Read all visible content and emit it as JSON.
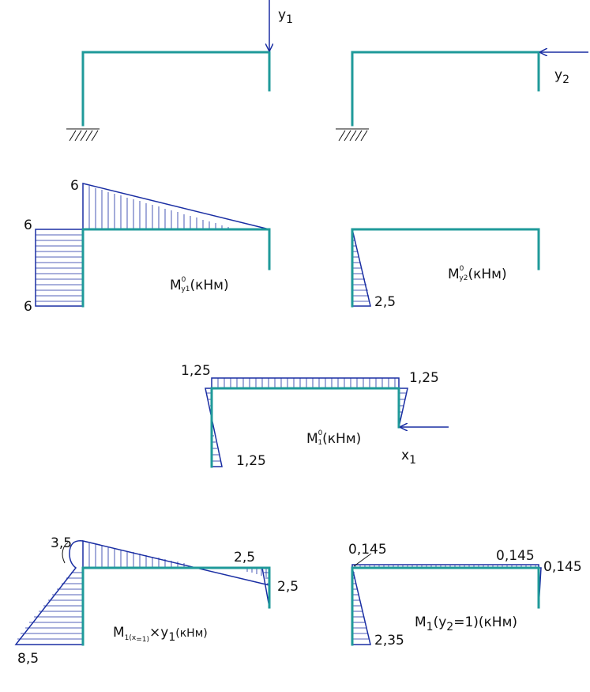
{
  "colors": {
    "frame": "#1f9a9a",
    "diagram": "#1a2ea3",
    "text": "#111111"
  },
  "loads": {
    "y1": {
      "main": "y",
      "sub": "1"
    },
    "y2": {
      "main": "y",
      "sub": "2"
    },
    "x1": {
      "main": "x",
      "sub": "1"
    }
  },
  "diagrams": {
    "my1": {
      "title_main": "M",
      "title_sup": "0",
      "title_sub": "y1",
      "title_unit": "(кНм)",
      "values": {
        "top": "6",
        "left": "6",
        "bottom": "6"
      }
    },
    "my2": {
      "title_main": "M",
      "title_sup": "0",
      "title_sub": "y2",
      "title_unit": "(кНм)",
      "values": {
        "bottom": "2,5"
      }
    },
    "m1": {
      "title_main": "M",
      "title_sup": "0",
      "title_sub": "1",
      "title_unit": "(кНм)",
      "values": {
        "top_left": "1,25",
        "top_right": "1,25",
        "bottom": "1,25"
      }
    },
    "m1x": {
      "title_main": "M",
      "title_sub": "1(x",
      "title_sub2": "=1)",
      "title_mid": "×y",
      "title_mid_sub": "1",
      "title_unit": "(кНм)",
      "values": {
        "top": "3,5",
        "bottom": "8,5",
        "right_top": "2,5",
        "right": "2,5"
      }
    },
    "m1y2": {
      "title": "M",
      "title_sub": "1",
      "title_arg": "(y",
      "title_arg_sub": "2",
      "title_rest": "=1)(кНм)",
      "values": {
        "left_top": "0,145",
        "mid_top": "0,145",
        "right": "0,145",
        "bottom": "2,35"
      }
    }
  }
}
